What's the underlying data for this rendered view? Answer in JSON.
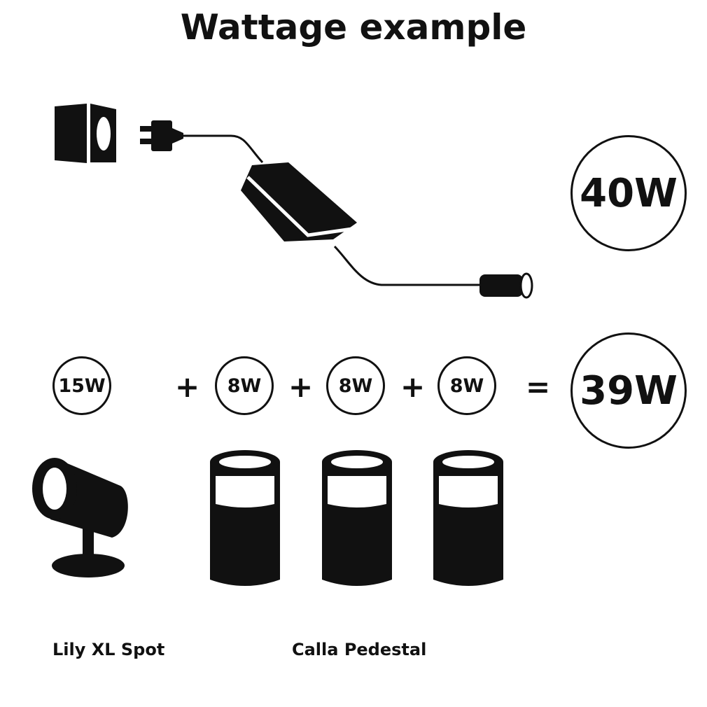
{
  "title": "Wattage example",
  "power_supply": {
    "wattage": "40W"
  },
  "equation": {
    "items": [
      "15W",
      "8W",
      "8W",
      "8W"
    ],
    "operators": [
      "+",
      "+",
      "+",
      "="
    ],
    "total": "39W"
  },
  "products": {
    "spot_label": "Lily XL Spot",
    "pedestal_label": "Calla Pedestal"
  }
}
